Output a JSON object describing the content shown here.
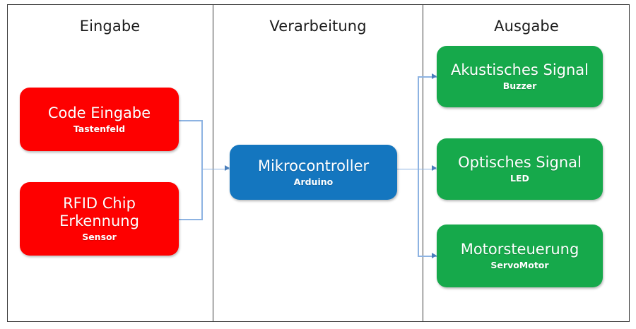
{
  "diagram": {
    "columns": [
      {
        "id": "input",
        "title": "Eingabe"
      },
      {
        "id": "processing",
        "title": "Verarbeitung"
      },
      {
        "id": "output",
        "title": "Ausgabe"
      }
    ],
    "nodes": [
      {
        "id": "code",
        "title": "Code Eingabe",
        "subtitle": "Tastenfeld",
        "color": "#fe0000",
        "column": "input"
      },
      {
        "id": "rfid",
        "title": "RFID Chip\nErkennung",
        "subtitle": "Sensor",
        "color": "#fe0000",
        "column": "input"
      },
      {
        "id": "mcu",
        "title": "Mikrocontroller",
        "subtitle": "Arduino",
        "color": "#1476bf",
        "column": "processing"
      },
      {
        "id": "akustisch",
        "title": "Akustisches Signal",
        "subtitle": "Buzzer",
        "color": "#16a94b",
        "column": "output"
      },
      {
        "id": "optisch",
        "title": "Optisches Signal",
        "subtitle": "LED",
        "color": "#16a94b",
        "column": "output"
      },
      {
        "id": "motor",
        "title": "Motorsteuerung",
        "subtitle": "ServoMotor",
        "color": "#16a94b",
        "column": "output"
      }
    ],
    "connectors": [
      {
        "from": "code",
        "to": "mcu",
        "style": "elbow",
        "color": "#8db3e2"
      },
      {
        "from": "rfid",
        "to": "mcu",
        "style": "elbow",
        "color": "#8db3e2"
      },
      {
        "from": "mcu",
        "to": "akustisch",
        "style": "elbow",
        "color": "#8db3e2"
      },
      {
        "from": "mcu",
        "to": "optisch",
        "style": "straight",
        "color": "#8db3e2"
      },
      {
        "from": "mcu",
        "to": "motor",
        "style": "elbow",
        "color": "#8db3e2"
      }
    ],
    "colors": {
      "input_box": "#fe0000",
      "processing_box": "#1476bf",
      "output_box": "#16a94b",
      "connector": "#8db3e2",
      "arrowhead": "#4a7ebb",
      "frame_border": "#3b3b3b",
      "background": "#ffffff",
      "text_on_box": "#ffffff",
      "heading_text": "#1c1c1c"
    }
  }
}
